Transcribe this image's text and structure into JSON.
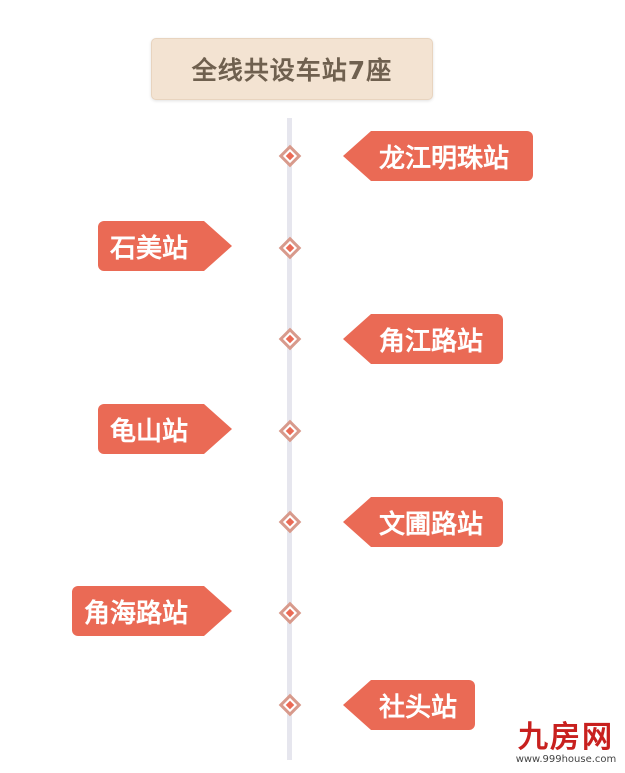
{
  "title": "全线共设车站7座",
  "colors": {
    "tag_fill": "#ea6a55",
    "title_bg": "#f3e3d2",
    "title_text": "#6f604f",
    "line": "#e6e6ee",
    "node_border": "#d89a8c"
  },
  "stations": [
    {
      "name": "龙江明珠站",
      "side": "right"
    },
    {
      "name": "石美站",
      "side": "left"
    },
    {
      "name": "角江路站",
      "side": "right"
    },
    {
      "name": "龟山站",
      "side": "left"
    },
    {
      "name": "文圃路站",
      "side": "right"
    },
    {
      "name": "角海路站",
      "side": "left"
    },
    {
      "name": "社头站",
      "side": "right"
    }
  ],
  "watermark": {
    "logo": "九房网",
    "url": "www.999house.com"
  }
}
